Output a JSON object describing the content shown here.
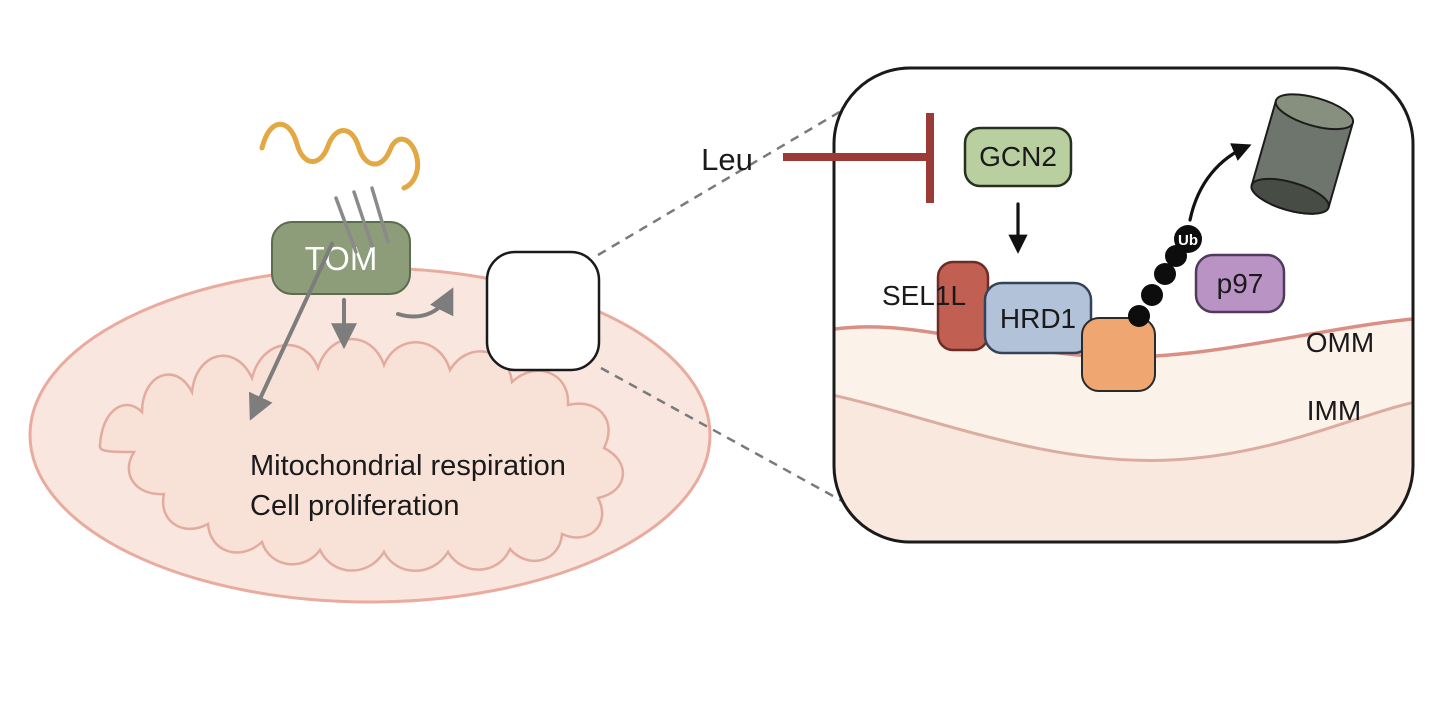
{
  "left": {
    "tom": "TOM",
    "caption": [
      "Mitochondrial respiration",
      "Cell proliferation"
    ]
  },
  "inset": {
    "leu": "Leu",
    "gcn2": "GCN2",
    "sel1l": "SEL1L",
    "hrd1": "HRD1",
    "p97": "p97",
    "ub": "Ub",
    "omm": "OMM",
    "imm": "IMM"
  },
  "colors": {
    "tom": "#8d9c79",
    "gcn2": "#b9cf9f",
    "sel1l": "#c05f52",
    "hrd1": "#b2c3d9",
    "substrate": "#f0a671",
    "p97": "#ba93c5",
    "proteasome": "#6d756c",
    "inhibition": "#9c3a38",
    "squiggle": "#e2a844",
    "mito_fill": "#f9e6de",
    "membrane_outline": "#e6a99c"
  }
}
